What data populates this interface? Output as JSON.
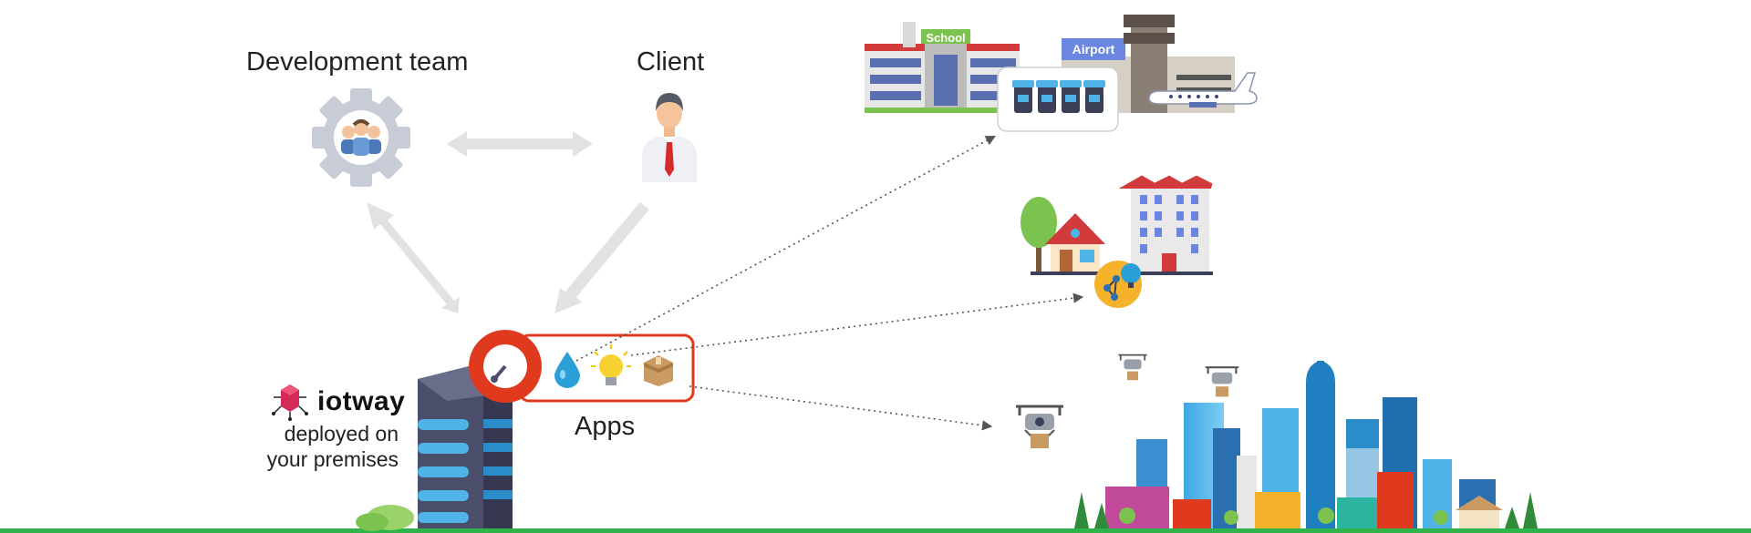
{
  "labels": {
    "development_team": "Development team",
    "client": "Client",
    "apps": "Apps",
    "brand": "iotway",
    "deployed_line1": "deployed on",
    "deployed_line2": "your premises",
    "school_sign": "School",
    "airport_sign": "Airport"
  },
  "icons": [
    "gear-team-icon",
    "client-person-icon",
    "server-building-icon",
    "gauge-app-icon",
    "water-drop-icon",
    "light-bulb-icon",
    "package-box-icon",
    "school-building",
    "airport-building",
    "airplane-icon",
    "trash-bins-icon",
    "house-icon",
    "tree-icon",
    "apartment-building",
    "smart-bulb-network-icon",
    "drone-icon",
    "city-skyline"
  ],
  "colors": {
    "accent_red": "#e03a1e",
    "arrow_gray": "#e2e2e2",
    "ground_green": "#2fb34a",
    "gear_gray": "#c8ccd6",
    "building_blue": "#4fb3e8",
    "dark_slate": "#4a4e6a"
  }
}
